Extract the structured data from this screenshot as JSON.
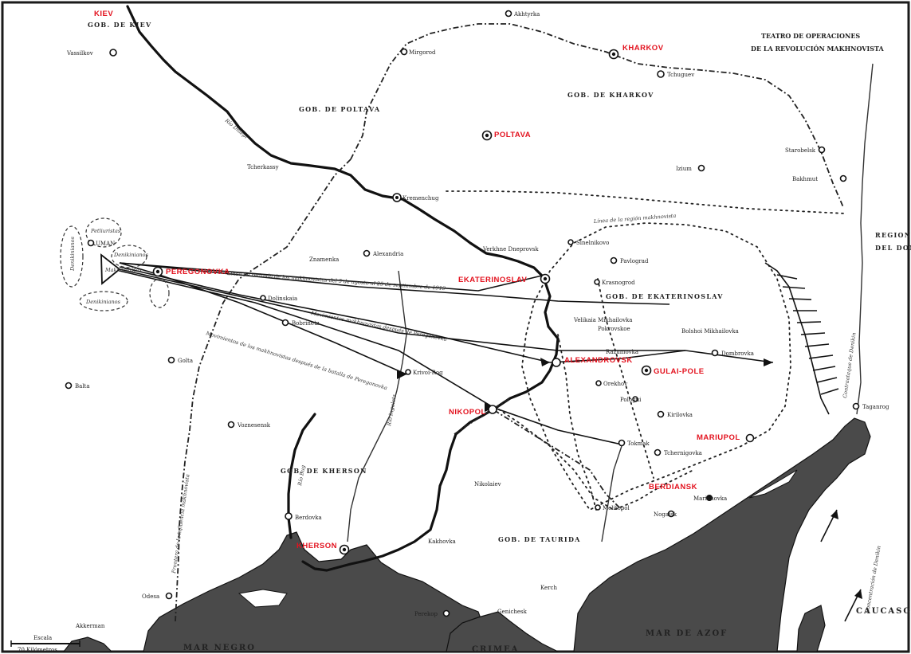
{
  "title": {
    "line1": "TEATRO DE OPERACIONES",
    "line2": "DE LA REVOLUCIÓN MAKHNOVISTA"
  },
  "regions": {
    "kiev": "GOB. DE KIEV",
    "poltava": "GOB. DE POLTAVA",
    "kharkov": "GOB. DE KHARKOV",
    "ekaterinoslav": "GOB. DE EKATERINOSLAV",
    "kherson": "GOB. DE KHERSON",
    "taurida": "GOB. DE TAURIDA",
    "don_1": "REGION",
    "don_2": "DEL DON"
  },
  "seas": {
    "azov": "MAR DE AZOF",
    "negro": "MAR NEGRO",
    "crimea": "CRIMEA",
    "caucaso": "CAUCASO"
  },
  "red_cities": {
    "kiev": "KIEV",
    "kharkov": "KHARKOV",
    "poltava": "POLTAVA",
    "peregonovka": "PEREGONOVKA",
    "ekaterinoslav": "EKATERINOSLAV",
    "alexandrovsk": "ALEXANDROVSK",
    "gulyai_pole": "GULAI-POLE",
    "nikopol": "NIKOPOL",
    "mariupol": "MARIUPOL",
    "berdiansk": "BERDIANSK",
    "kherson": "KHERSON"
  },
  "towns": {
    "akhtyrka": "Akhtyrka",
    "mirgorod": "Mirgorod",
    "tchuguev": "Tchuguev",
    "vassilkov": "Vassilkov",
    "tcherkassy": "Tcherkassy",
    "kremenchug": "Kremenchug",
    "izium": "Izium",
    "starobelsk": "Starobelsk",
    "bakhmut": "Bakhmut",
    "uman": "UMAN",
    "znamenka": "Znamenka",
    "alexandria": "Alexandria",
    "verkhne": "Verkhne Dneprovsk",
    "sinelnikovo": "Sinelnikovo",
    "pavlograd": "Pavlograd",
    "krasnogrod": "Krasnogrod",
    "dolinskaia": "Dolinskaia",
    "bobrinetz": "Bobrinetz",
    "balta": "Balta",
    "golta": "Golta",
    "krivoi_rog": "Krivoi-Rog",
    "voznesensk": "Voznesensk",
    "orekhov": "Orekhov",
    "polohi": "Pologui",
    "kirilovka": "Kirilovka",
    "tokmak": "Tokmak",
    "tchernigovka": "Tchernigovka",
    "nogaisk": "Nogaisk",
    "nikolaiev": "Nikolaiev",
    "melitopol": "Melitopol",
    "kakhovka": "Kakhovka",
    "odesa": "Odesa",
    "akerman": "Akkerman",
    "perekop": "Perekop",
    "bolshoi": "Bolshoi Mikhailovka",
    "pokrovskoe": "Pokrovskoe",
    "velikaia": "Velikaia Mikhailovka",
    "razumovka": "Razumovka",
    "taganrog": "Taganrog",
    "genichesk": "Genichesk",
    "kerch": "Kerch",
    "marianovka": "Marianovka",
    "berdovka": "Berdovka",
    "dombrovka": "Dombrovka"
  },
  "route_labels": {
    "r1": "Línea de retirada de los makhnovistas del 5 de agosto al 25 de septiembre de 1919",
    "r2": "Movimientos makhnovistas después de Peregonovka",
    "r3": "Movimientos de los makhnovistas después de la batalla de Peregonovka",
    "r4": "Línea de la región makhnovista",
    "r5": "Frontera de la influencia makhnovista",
    "r6": "Contraataque de Denikin",
    "r7": "Concentración de Denikin"
  },
  "army_labels": {
    "a1": "Denikinianos",
    "a2": "Petliuristas",
    "a3": "Makhnovistas",
    "a4": "Denikinianos",
    "a5": "Denikinianos"
  },
  "rivers": {
    "dniepr": "Río Dniepr",
    "bug": "Río Bug",
    "inguletz": "Río Inguletz"
  },
  "scale": {
    "label": "Escala",
    "value": "70 Kilómetros"
  }
}
